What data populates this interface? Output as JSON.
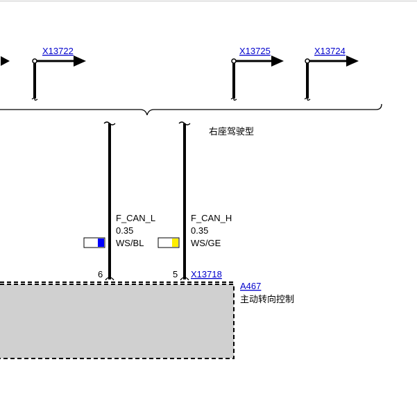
{
  "connectors_top": [
    {
      "id": "X13722"
    },
    {
      "id": "X13725"
    },
    {
      "id": "X13724"
    }
  ],
  "bracket_label": "右座驾驶型",
  "wires": [
    {
      "signal": "F_CAN_L",
      "gauge": "0.35",
      "color_code": "WS/BL",
      "stripe_color": "#0000ff",
      "pin": "6"
    },
    {
      "signal": "F_CAN_H",
      "gauge": "0.35",
      "color_code": "WS/GE",
      "stripe_color": "#ffee00",
      "pin": "5"
    }
  ],
  "module": {
    "connector": "X13718",
    "component_id": "A467",
    "component_name": "主动转向控制"
  },
  "colors": {
    "link": "#0000cc",
    "module_fill": "#d0d0d0",
    "wire": "#000000"
  }
}
